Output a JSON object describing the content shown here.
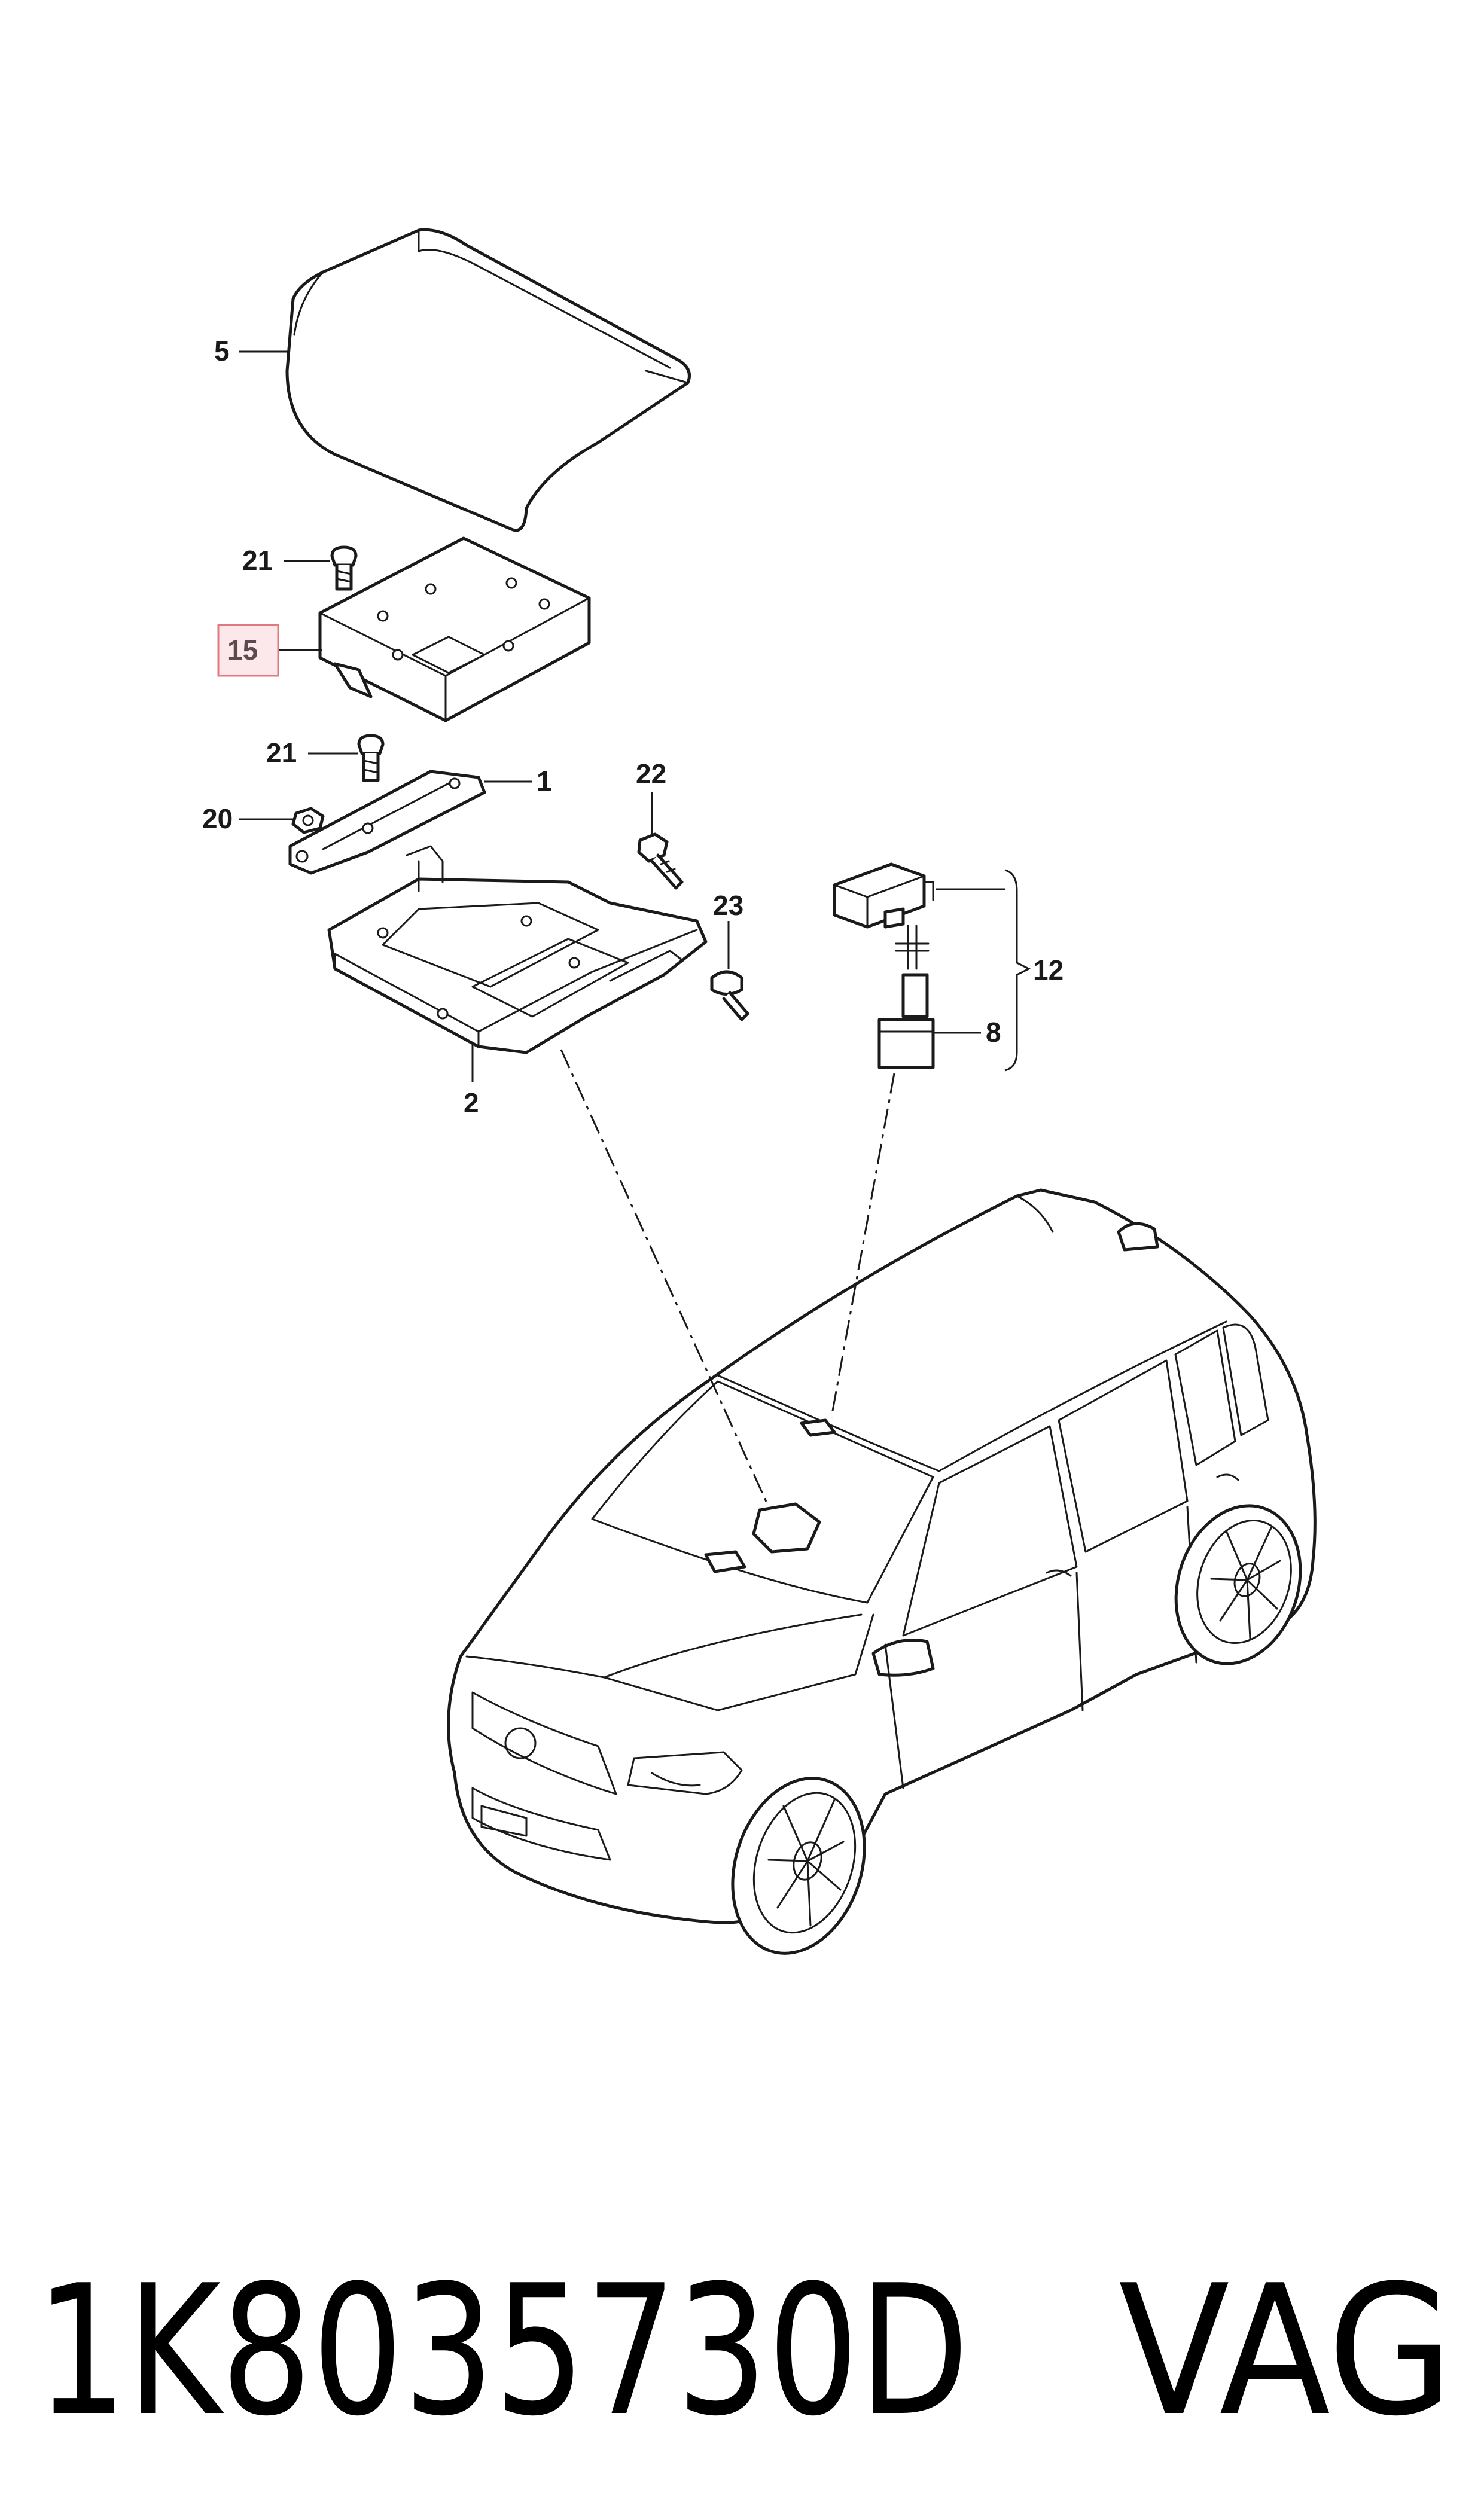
{
  "diagram": {
    "callouts": [
      {
        "id": "5",
        "label": "5"
      },
      {
        "id": "21a",
        "label": "21"
      },
      {
        "id": "15",
        "label": "15"
      },
      {
        "id": "21b",
        "label": "21"
      },
      {
        "id": "1",
        "label": "1"
      },
      {
        "id": "20",
        "label": "20"
      },
      {
        "id": "22",
        "label": "22"
      },
      {
        "id": "2",
        "label": "2"
      },
      {
        "id": "23",
        "label": "23"
      },
      {
        "id": "12",
        "label": "12"
      },
      {
        "id": "8",
        "label": "8"
      }
    ],
    "highlighted_callout": "15",
    "colors": {
      "line": "#1a1a1a",
      "highlight_border": "#e07a80",
      "highlight_fill": "#fce8ea",
      "highlight_text": "#5a4a50"
    }
  },
  "footer": {
    "part_number": "1K8035730D",
    "brand": "VAG"
  }
}
